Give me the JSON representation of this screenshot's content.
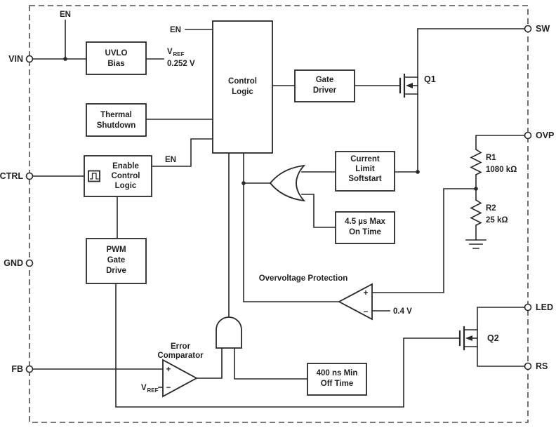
{
  "pins": {
    "vin": "VIN",
    "ctrl": "CTRL",
    "gnd": "GND",
    "fb": "FB",
    "sw": "SW",
    "ovp": "OVP",
    "led": "LED",
    "rs": "RS"
  },
  "blocks": {
    "uvlo": [
      "UVLO",
      "Bias"
    ],
    "thermal": [
      "Thermal",
      "Shutdown"
    ],
    "enable": [
      "Enable",
      "Control",
      "Logic"
    ],
    "pwm": [
      "PWM",
      "Gate",
      "Drive"
    ],
    "control": [
      "Control",
      "Logic"
    ],
    "gate_driver": [
      "Gate",
      "Driver"
    ],
    "current_limit": [
      "Current",
      "Limit",
      "Softstart"
    ],
    "max_on_time": [
      "4.5 µs Max",
      "On Time"
    ],
    "min_off_time": [
      "400 ns Min",
      "Off Time"
    ]
  },
  "labels": {
    "en": "EN",
    "vref_symbol": "V",
    "vref_subscript": "REF",
    "vref_value": "0.252 V",
    "ovp_title": "Overvoltage Protection",
    "ovp_threshold": "0.4 V",
    "error_comparator": [
      "Error",
      "Comparator"
    ],
    "plus": "+",
    "minus": "−",
    "q1": "Q1",
    "q2": "Q2",
    "r1": "R1",
    "r1_value": "1080 kΩ",
    "r2": "R2",
    "r2_value": "25 kΩ"
  }
}
